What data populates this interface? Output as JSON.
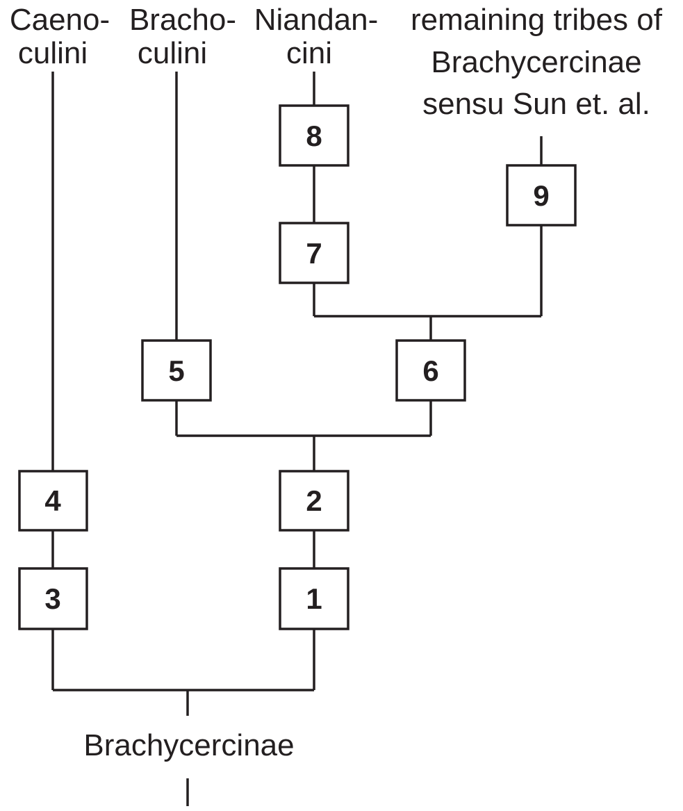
{
  "taxa": {
    "caenoculini": [
      "Caeno-",
      "culini"
    ],
    "brachoculini": [
      "Bracho-",
      "culini"
    ],
    "niandancini": [
      "Niandan-",
      "cini"
    ],
    "remaining": [
      "remaining tribes of",
      "Brachycercinae",
      "sensu Sun et. al."
    ]
  },
  "root_label": "Brachycercinae",
  "boxes": {
    "b1": "1",
    "b2": "2",
    "b3": "3",
    "b4": "4",
    "b5": "5",
    "b6": "6",
    "b7": "7",
    "b8": "8",
    "b9": "9"
  },
  "colors": {
    "ink": "#231f20",
    "background": "#ffffff"
  }
}
